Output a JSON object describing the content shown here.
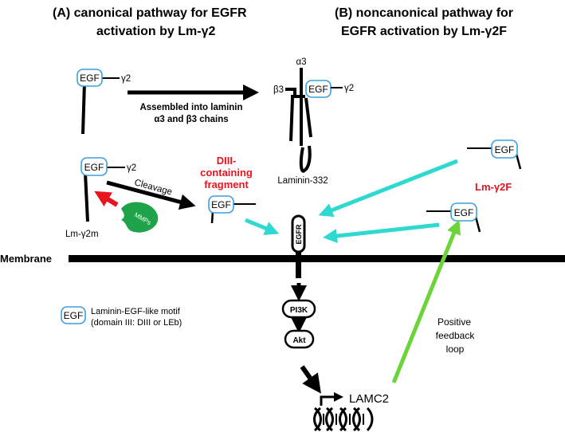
{
  "panel_a": {
    "title_line1": "(A) canonical pathway for EGFR",
    "title_line2": "activation by Lm-γ2"
  },
  "panel_b": {
    "title_line1": "(B)  noncanonical pathway for",
    "title_line2": "EGFR activation by Lm-γ2F"
  },
  "egf_label": "EGF",
  "gamma2_label": "γ2",
  "assembly": {
    "line1": "Assembled into laminin",
    "line2": "α3 and β3 chains"
  },
  "laminin332": {
    "alpha3": "α3",
    "beta3": "β3",
    "gamma2": "γ2",
    "name": "Laminin-332"
  },
  "cleavage_label": "Cleavage",
  "mmps_label": "MMPs",
  "lm_gamma2m_label": "Lm-γ2m",
  "fragment": {
    "line1": "DIII-",
    "line2": "containing",
    "line3": "fragment"
  },
  "lm_gamma2f_label": "Lm-γ2F",
  "egfr_label": "EGFR",
  "membrane_label": "Membrane",
  "legend": {
    "symbol": "EGF",
    "line1": "Laminin-EGF-like motif",
    "line2": "(domain III: DIII or LEb)"
  },
  "pi3k_label": "PI3K",
  "akt_label": "Akt",
  "gene_label": "LAMC2",
  "feedback": {
    "line1": "Positive",
    "line2": "feedback",
    "line3": "loop"
  },
  "colors": {
    "egf_border": "#3aa0de",
    "cyan_arrow": "#2fd9cf",
    "green_arrow": "#6ad43a",
    "red_arrow": "#e8141e",
    "mmp_fill": "#1fa34a",
    "red_text": "#e8141e"
  }
}
